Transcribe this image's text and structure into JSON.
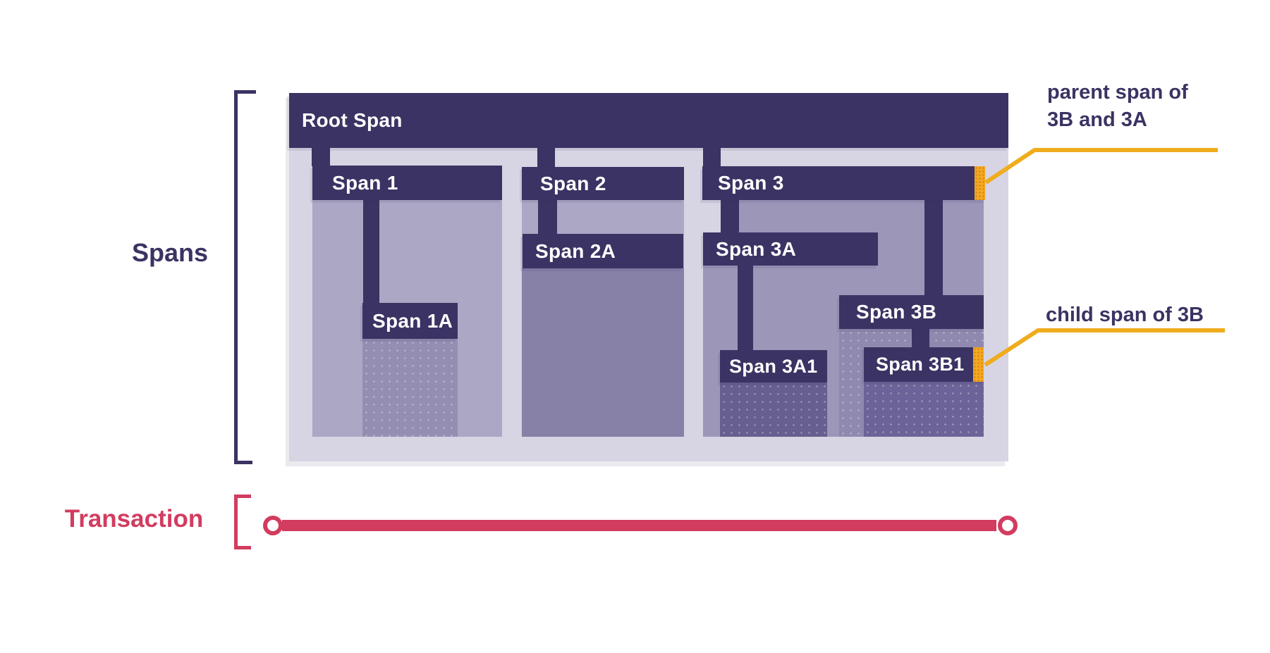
{
  "side_labels": {
    "spans": "Spans",
    "transaction": "Transaction"
  },
  "tree": {
    "root_label": "Root Span",
    "spans": [
      {
        "label": "Span 1",
        "children": [
          {
            "label": "Span 1A",
            "children": []
          }
        ]
      },
      {
        "label": "Span 2",
        "children": [
          {
            "label": "Span 2A",
            "children": []
          }
        ]
      },
      {
        "label": "Span 3",
        "children": [
          {
            "label": "Span 3A",
            "children": [
              {
                "label": "Span 3A1",
                "children": []
              }
            ]
          },
          {
            "label": "Span 3B",
            "children": [
              {
                "label": "Span 3B1",
                "children": []
              }
            ]
          }
        ]
      }
    ]
  },
  "callouts": {
    "parent": {
      "line1": "parent span of",
      "line2": "3B and 3A"
    },
    "child": {
      "text": "child span of 3B"
    }
  },
  "colors": {
    "navy_bar": "#3A3363",
    "lavender_container": "#D7D4E3",
    "duration_level1": "#ACA7C4",
    "duration_span3": "#9C96B9",
    "duration_span1a": "#948EB2",
    "duration_span2a": "#8781A8",
    "duration_span3b": "#9089AF",
    "duration_span3a1": "#665F8F",
    "duration_span3b1": "#6C6498",
    "highlight_amber": "#EFAC1D",
    "marker_orange": "#F3A820",
    "transaction_red": "#D23C5F",
    "bar_text": "#FFFFFF"
  }
}
